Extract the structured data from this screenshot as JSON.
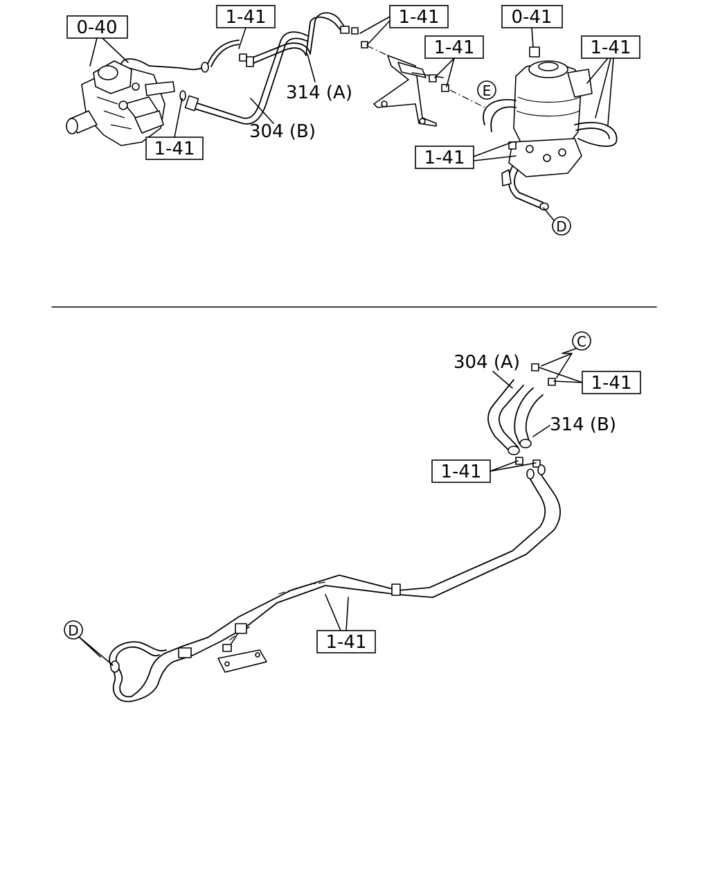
{
  "callouts": {
    "c0_40": "0-40",
    "c0_41": "0-41",
    "top_1_41_a": "1-41",
    "top_1_41_b": "1-41",
    "top_1_41_c": "1-41",
    "top_1_41_d": "1-41",
    "top_1_41_e": "1-41",
    "top_1_41_f": "1-41",
    "bot_1_41_a": "1-41",
    "bot_1_41_b": "1-41",
    "bot_1_41_c": "1-41"
  },
  "part_labels": {
    "top_314a": "314 (A)",
    "top_304b": "304 (B)",
    "bot_304a": "304 (A)",
    "bot_314b": "314 (B)"
  },
  "connectors": {
    "top_E": "E",
    "top_D": "D",
    "bot_C": "C",
    "bot_D": "D"
  }
}
